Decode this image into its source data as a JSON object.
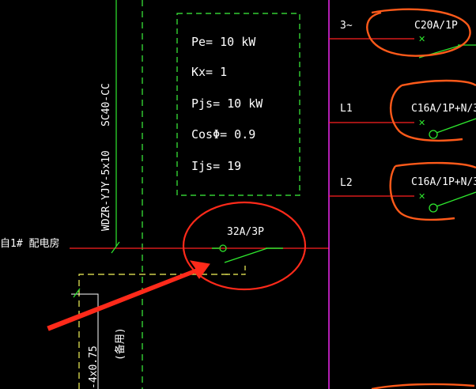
{
  "colors": {
    "background": "#000000",
    "text": "#ffffff",
    "wire_red": "#ff2020",
    "wire_green": "#2ee82e",
    "bus_magenta": "#ff2cff",
    "dashed_green": "#3df53d",
    "dashed_yellow": "#f5f55a",
    "markup_red": "#ff2a1a",
    "markup_orange": "#ff5a1a"
  },
  "cable": {
    "spec": "WDZR-YJY-5x10",
    "conduit": "SC40-CC",
    "lower_spec": "-4x0.75",
    "lower_note": "(备用)"
  },
  "params": {
    "pe": "Pe=  10  kW",
    "kx": "Kx=   1",
    "pjs": "Pjs=  10  kW",
    "cos": "CosΦ=   0.9",
    "ijs": "Ijs=   19"
  },
  "source_label": "自1# 配电房",
  "main_breaker": "32A/3P",
  "circuits": [
    {
      "phase": "3~",
      "breaker": "C20A/1P"
    },
    {
      "phase": "L1",
      "breaker": "C16A/1P+N/3"
    },
    {
      "phase": "L2",
      "breaker": "C16A/1P+N/3"
    }
  ]
}
